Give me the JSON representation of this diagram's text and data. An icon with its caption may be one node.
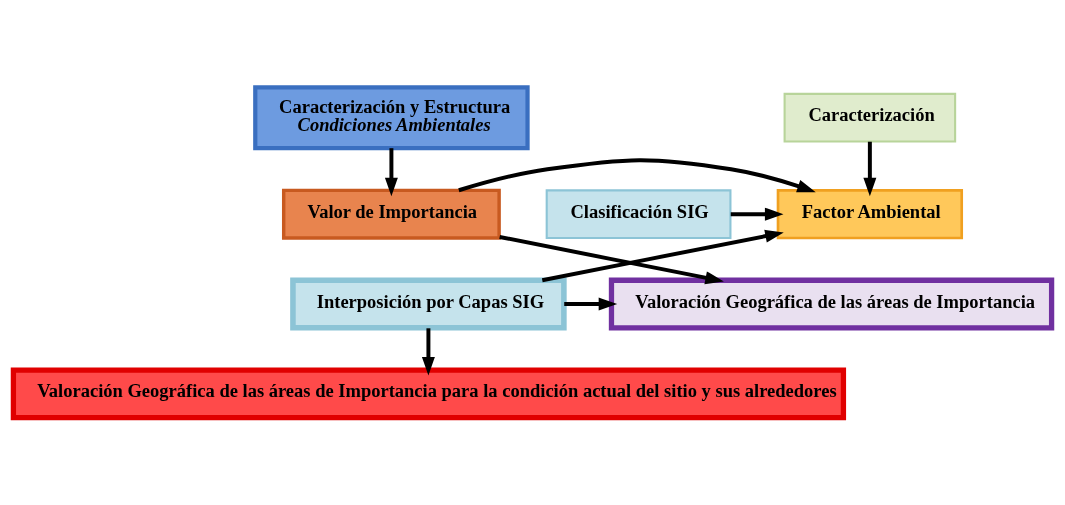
{
  "diagram": {
    "nodes": [
      {
        "text": [
          "Caracterización y Estructura",
          "Condiciones Ambientales"
        ]
      },
      {
        "text": [
          "Caracterización"
        ]
      },
      {
        "text": [
          "Valor de Importancia"
        ]
      },
      {
        "text": [
          "Factor Ambiental"
        ]
      },
      {
        "text": [
          "Clasificación SIG"
        ]
      },
      {
        "text": [
          "Valoración Geográfica de las áreas de Importancia"
        ]
      },
      {
        "text": [
          "Interposición por Capas SIG"
        ]
      },
      {
        "text": [
          "Valoración Geográfica de las áreas de Importancia para la condición actual del sitio y sus alrededores"
        ]
      }
    ],
    "edges": [
      {
        "from": 0,
        "to": 2,
        "arrow": "to"
      },
      {
        "from": 1,
        "to": 3,
        "arrow": "to"
      },
      {
        "from": 2,
        "to": 3,
        "arrow": "to"
      },
      {
        "from": 4,
        "to": 3,
        "arrow": "to"
      },
      {
        "from": 2,
        "to": 5,
        "arrow": "to"
      },
      {
        "from": 6,
        "to": 3,
        "arrow": "to"
      },
      {
        "from": 6,
        "to": 5,
        "arrow": "to"
      },
      {
        "from": 6,
        "to": 7,
        "arrow": "to"
      }
    ]
  }
}
